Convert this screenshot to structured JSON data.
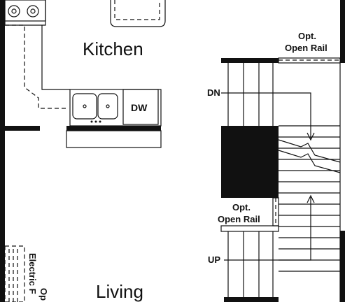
{
  "rooms": {
    "kitchen": "Kitchen",
    "living": "Living"
  },
  "fixtures": {
    "dishwasher": "DW"
  },
  "stairs": {
    "down": "DN",
    "up": "UP"
  },
  "notes": {
    "open_rail_top_1": "Opt.",
    "open_rail_top_2": "Open Rail",
    "open_rail_mid_1": "Opt.",
    "open_rail_mid_2": "Open Rail",
    "fireplace_1": "Op",
    "fireplace_2": "Electric F"
  }
}
